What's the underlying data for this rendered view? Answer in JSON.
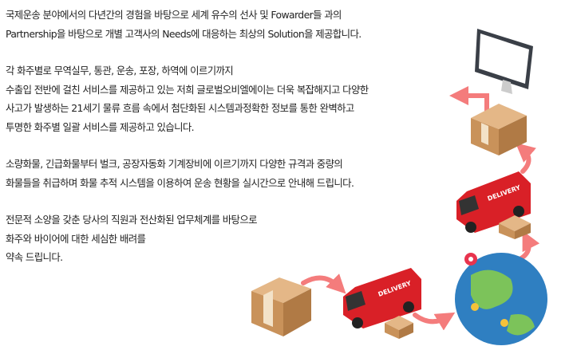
{
  "paragraphs": [
    [
      "국제운송 분야에서의 다년간의 경험을 바탕으로 세계 유수의 선사 및 Fowarder들 과의",
      "Partnership을 바탕으로 개별 고객사의 Needs에 대응하는 최상의 Solution을 제공합니다."
    ],
    [
      "각 화주별로 무역실무, 통관, 운송, 포장, 하역에 이르기까지",
      "수출입 전반에 걸친 서비스를 제공하고 있는 저희 글로벌오비엘에이는 더욱 복잡해지고 다양한",
      "사고가 발생하는 21세기 물류 흐름 속에서 첨단화된 시스템과정확한 정보를 통한 완벽하고",
      "투명한 화주별 일괄 서비스를 제공하고 있습니다."
    ],
    [
      "소량화물, 긴급화물부터 벌크, 공장자동화 기계장비에 이르기까지 다양한 규격과 중량의",
      "화물들을 취급하며 화물 추적 시스템을 이용하여 운송 현황을 실시간으로 안내해 드립니다."
    ],
    [
      "전문적 소양을 갖춘 당사의 직원과 전산화된 업무체계를 바탕으로",
      "화주와 바이어에 대한 세심한 배려를",
      "약속 드립니다."
    ]
  ],
  "illustration": {
    "van_label": "DELIVERY"
  },
  "colors": {
    "arrow": "#f47c7c",
    "van": "#d92027",
    "box": "#c9925a",
    "globe": "#2f7fc1"
  }
}
